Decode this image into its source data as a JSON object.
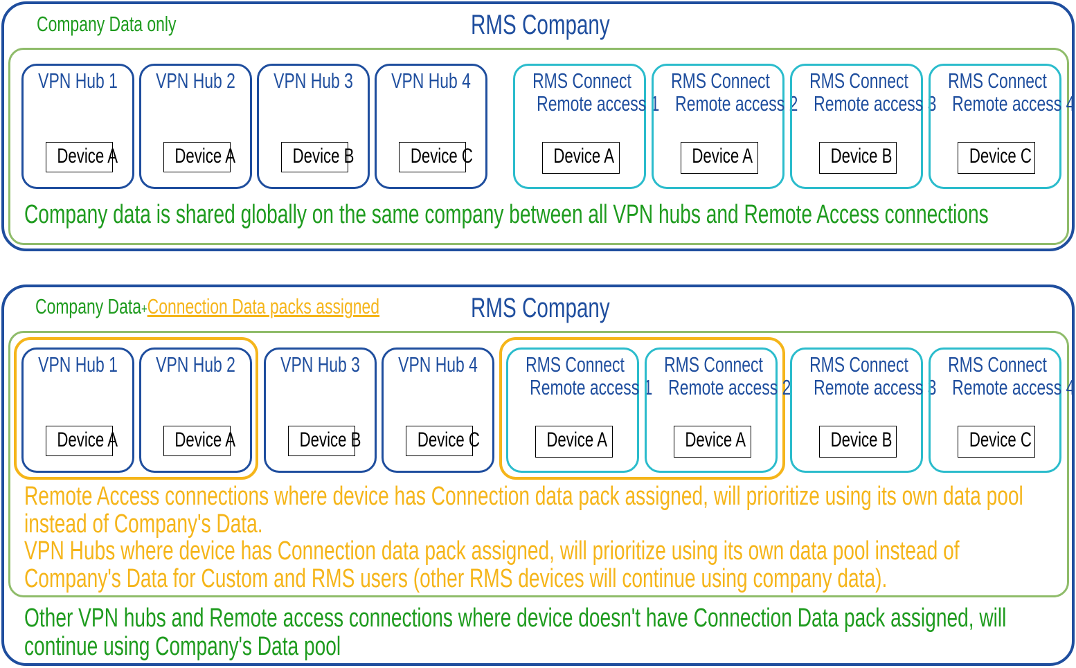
{
  "panel1": {
    "corner_label": "Company Data only",
    "title": "RMS Company",
    "hubs": [
      {
        "title": "VPN Hub 1",
        "device": "Device A"
      },
      {
        "title": "VPN Hub 2",
        "device": "Device A"
      },
      {
        "title": "VPN Hub 3",
        "device": "Device B"
      },
      {
        "title": "VPN Hub 4",
        "device": "Device C"
      }
    ],
    "remote": [
      {
        "line1": "RMS Connect",
        "line2": "Remote access 1",
        "device": "Device A"
      },
      {
        "line1": "RMS Connect",
        "line2": "Remote access 2",
        "device": "Device A"
      },
      {
        "line1": "RMS Connect",
        "line2": "Remote access 3",
        "device": "Device B"
      },
      {
        "line1": "RMS Connect",
        "line2": "Remote access 4",
        "device": "Device C"
      }
    ],
    "note": "Company data is shared globally on the same company between all VPN hubs and Remote Access connections"
  },
  "panel2": {
    "corner_label": "Company Data",
    "corner_plus": "+",
    "corner_link": "Connection Data packs assigned",
    "title": "RMS Company",
    "hubs": [
      {
        "title": "VPN Hub 1",
        "device": "Device A"
      },
      {
        "title": "VPN Hub 2",
        "device": "Device A"
      },
      {
        "title": "VPN Hub 3",
        "device": "Device B"
      },
      {
        "title": "VPN Hub 4",
        "device": "Device C"
      }
    ],
    "remote": [
      {
        "line1": "RMS Connect",
        "line2": "Remote access 1",
        "device": "Device A"
      },
      {
        "line1": "RMS Connect",
        "line2": "Remote access 2",
        "device": "Device A"
      },
      {
        "line1": "RMS Connect",
        "line2": "Remote access 3",
        "device": "Device B"
      },
      {
        "line1": "RMS Connect",
        "line2": "Remote access 4",
        "device": "Device C"
      }
    ],
    "orange_notes": [
      "Remote Access connections where device has Connection data pack assigned, will prioritize using its own data pool",
      "instead of Company's Data.",
      "VPN Hubs where device has Connection data pack assigned, will prioritize using its own data pool instead of",
      "Company's Data for Custom and RMS users (other RMS devices will continue using company data)."
    ],
    "green_notes": [
      "Other VPN hubs and Remote access connections where device doesn't have Connection Data pack assigned, will",
      "continue using Company's Data pool"
    ]
  },
  "colors": {
    "navy": "#1f4e9e",
    "cyan": "#2bbccc",
    "green_text": "#1e9b1e",
    "green_border": "#8fbc6a",
    "orange": "#f5b51a"
  }
}
